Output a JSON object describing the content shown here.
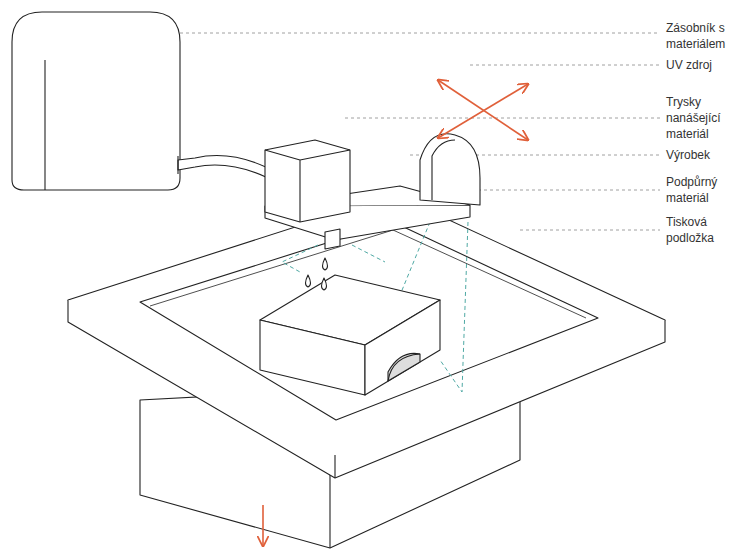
{
  "diagram": {
    "labels": [
      "Zásobník s materiálem",
      "UV zdroj",
      "Trysky nanášející materiál",
      "Výrobek",
      "Podpůrný materiál",
      "Tisková podložka"
    ]
  }
}
